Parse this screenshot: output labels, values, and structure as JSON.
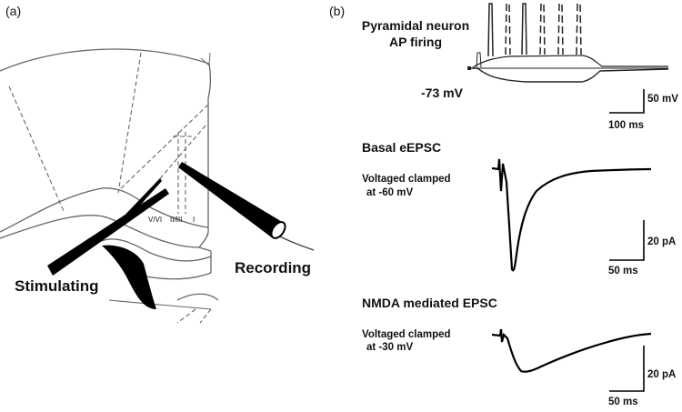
{
  "panel_a": {
    "label": "(a)",
    "layer_labels": [
      "V/VI",
      "II/III",
      "I"
    ],
    "stimulating_label": "Stimulating",
    "recording_label": "Recording"
  },
  "panel_b": {
    "label": "(b)",
    "ap": {
      "title_line1": "Pyramidal neuron",
      "title_line2": "AP firing",
      "resting_potential": "-73 mV",
      "scale_y": "50 mV",
      "scale_x": "100 ms"
    },
    "basal": {
      "title": "Basal eEPSC",
      "clamp_line1": "Voltaged clamped",
      "clamp_line2": "at -60 mV",
      "scale_y": "20 pA",
      "scale_x": "50 ms"
    },
    "nmda": {
      "title": "NMDA mediated EPSC",
      "clamp_line1": "Voltaged clamped",
      "clamp_line2": "at -30 mV",
      "scale_y": "20 pA",
      "scale_x": "50 ms"
    }
  }
}
